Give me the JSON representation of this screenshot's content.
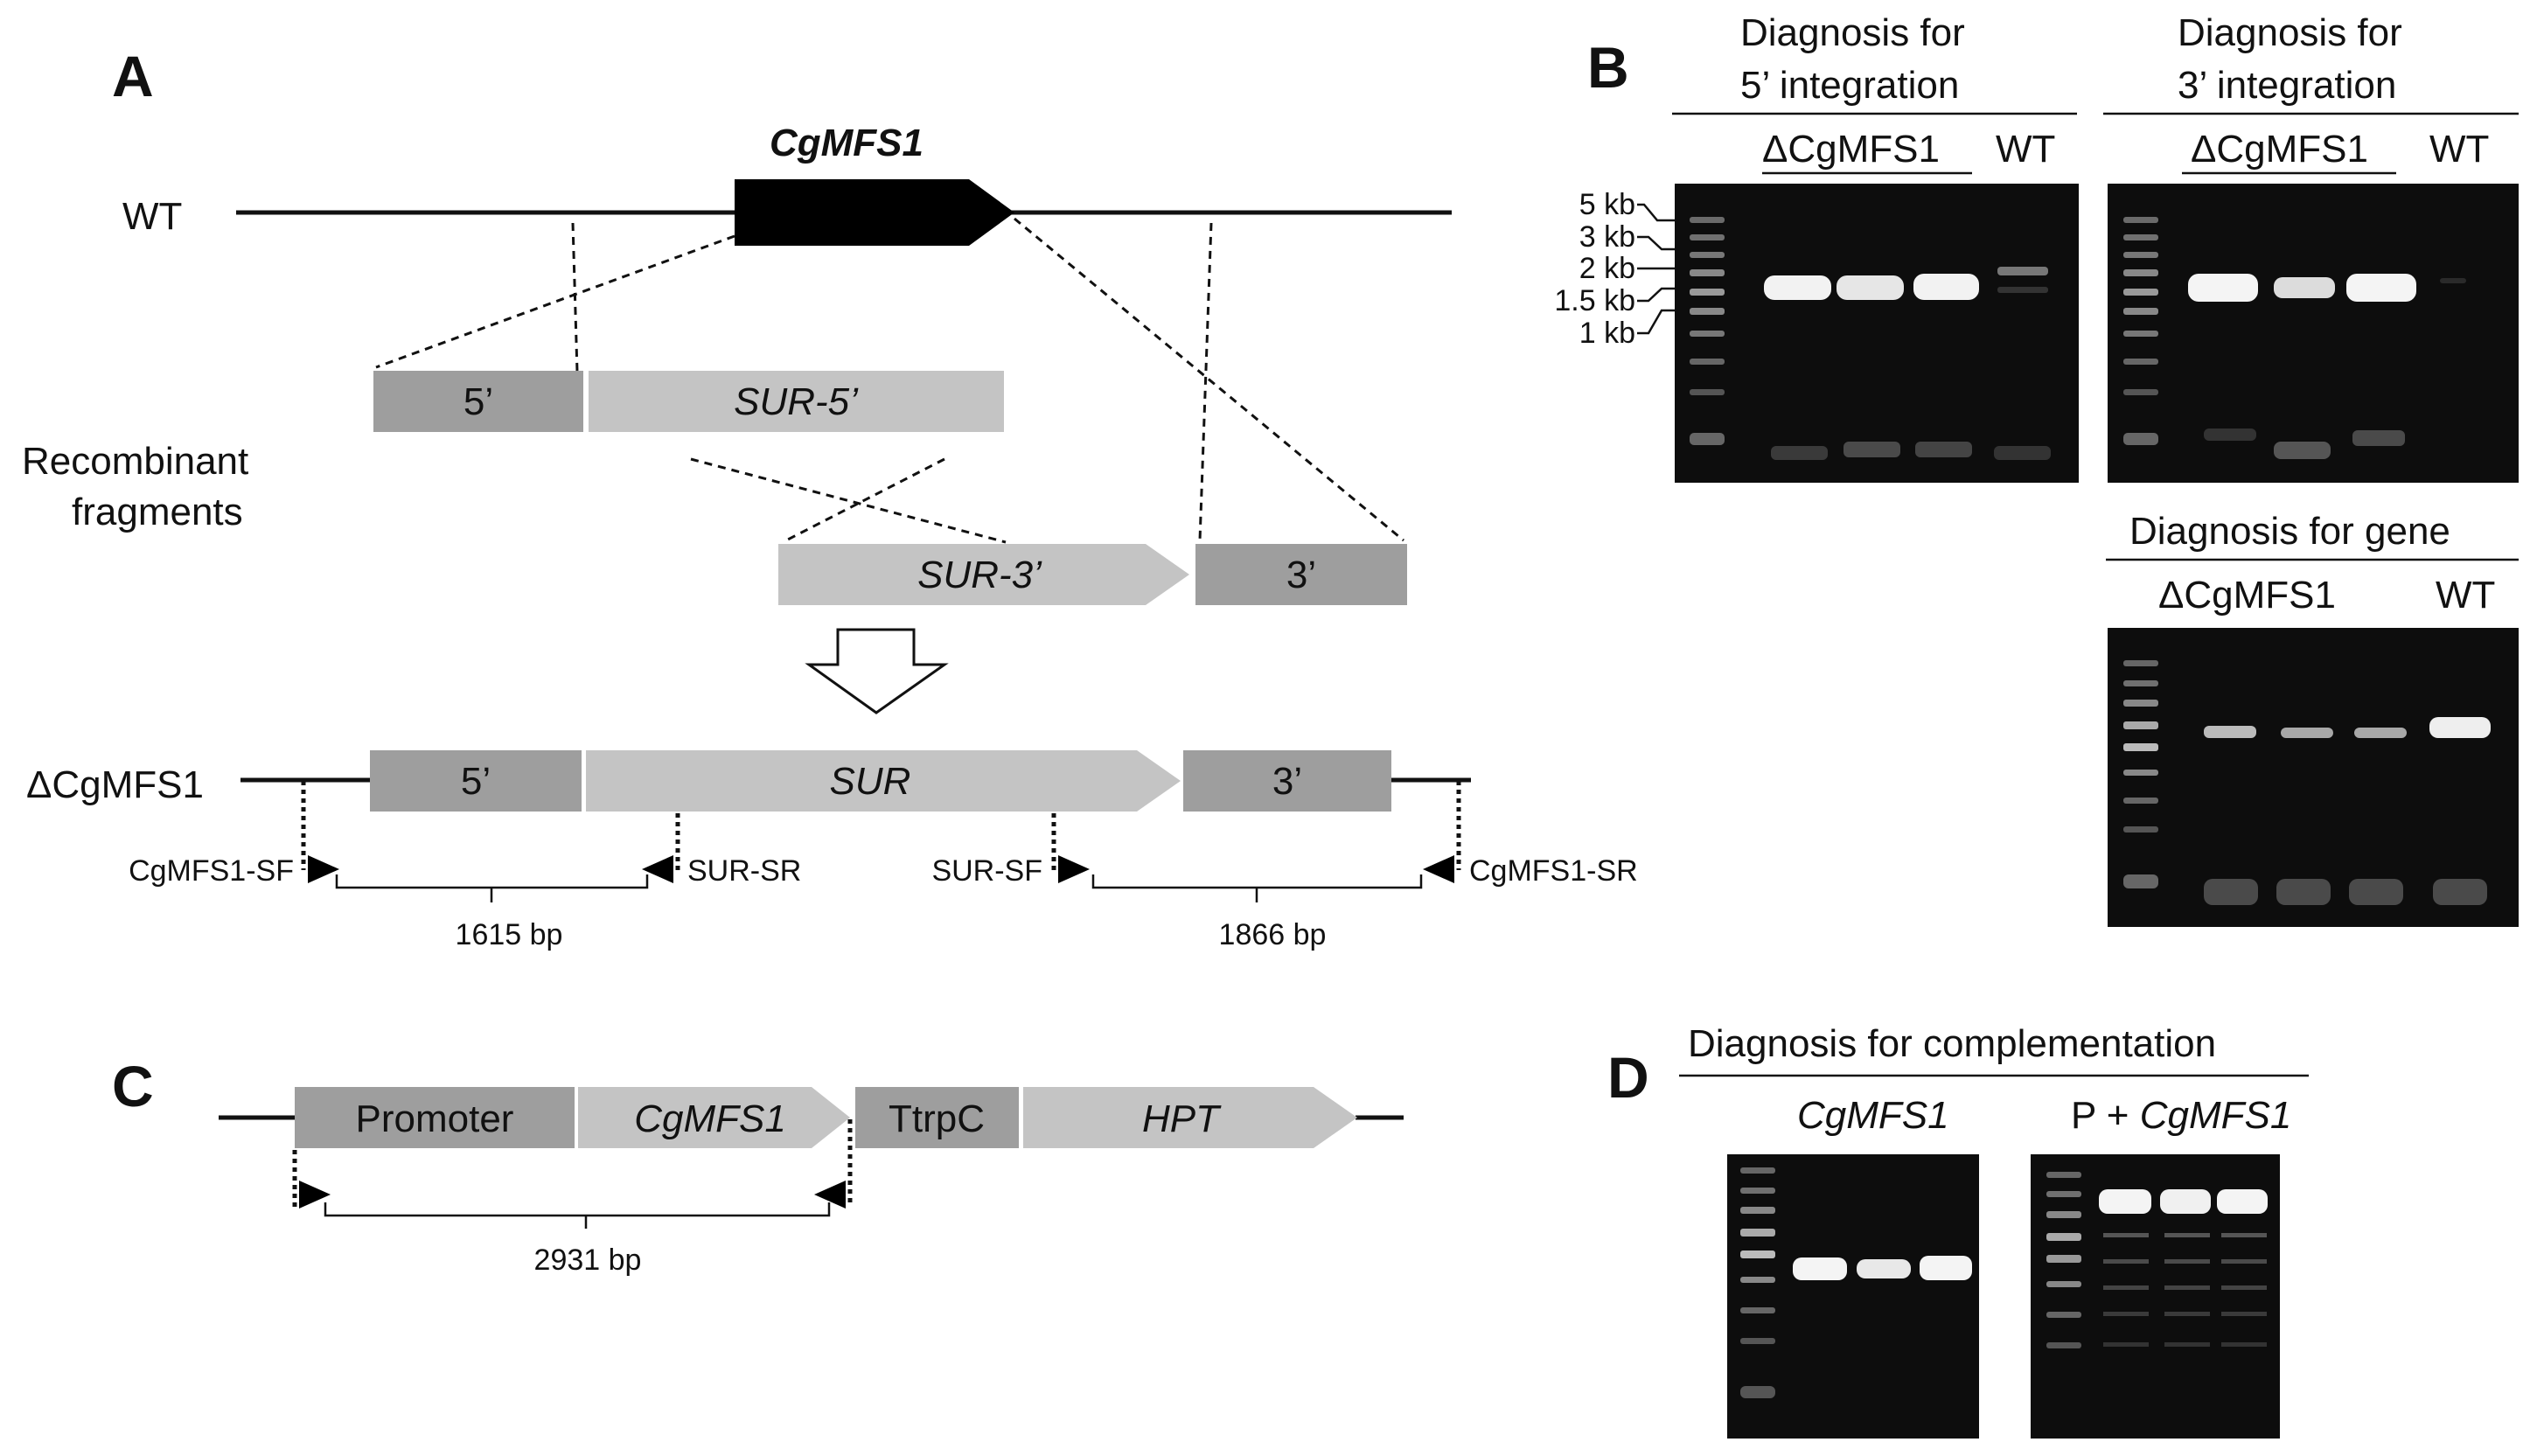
{
  "panels": {
    "a": "A",
    "b": "B",
    "c": "C",
    "d": "D"
  },
  "panel_a": {
    "wt_label": "WT",
    "gene_label": "CgMFS1",
    "recombinant_line1": "Recombinant",
    "recombinant_line2": "fragments",
    "frag_5": "5’",
    "frag_sur5": "SUR-5’",
    "frag_sur3": "SUR-3’",
    "frag_3": "3’",
    "mutant_label": "ΔCgMFS1",
    "mut_5": "5’",
    "mut_sur": "SUR",
    "mut_3": "3’",
    "primer_cgmfs1_sf": "CgMFS1-SF",
    "primer_sur_sr": "SUR-SR",
    "primer_sur_sf": "SUR-SF",
    "primer_cgmfs1_sr": "CgMFS1-SR",
    "size_left": "1615 bp",
    "size_right": "1866 bp"
  },
  "panel_b": {
    "gel1_title_line1": "Diagnosis for",
    "gel1_title_line2": "5’ integration",
    "gel2_title_line1": "Diagnosis for",
    "gel2_title_line2": "3’ integration",
    "gel3_title": "Diagnosis for gene",
    "mutant_lanes": "ΔCgMFS1",
    "wt_lane": "WT",
    "ladder": [
      "5 kb",
      "3 kb",
      "2 kb",
      "1.5 kb",
      "1 kb"
    ]
  },
  "panel_c": {
    "promoter": "Promoter",
    "gene": "CgMFS1",
    "terminator": "TtrpC",
    "marker": "HPT",
    "size": "2931 bp"
  },
  "panel_d": {
    "title": "Diagnosis for complementation",
    "gel1_label": "CgMFS1",
    "gel2_prefix": "P + ",
    "gel2_gene": "CgMFS1"
  },
  "colors": {
    "dark_box": "#9e9e9e",
    "light_box": "#c4c4c4",
    "gene_arrow": "#000000",
    "gel_bg": "#0d0d0d"
  }
}
